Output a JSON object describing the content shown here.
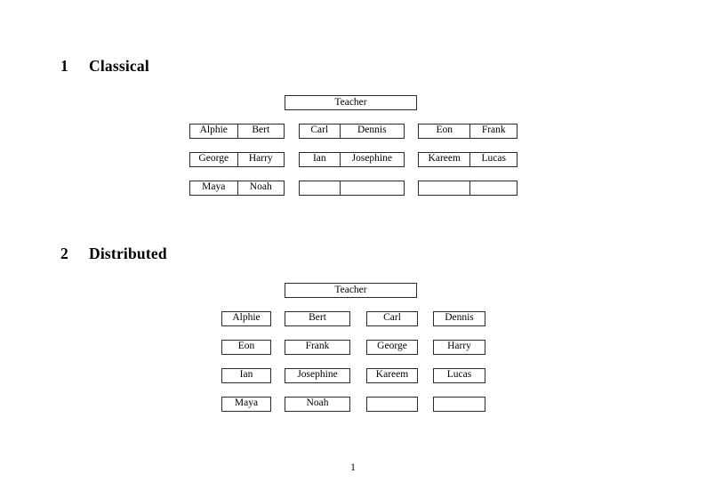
{
  "document": {
    "page_number": "1"
  },
  "sections": [
    {
      "number": "1",
      "title": "Classical",
      "teacher_label": "Teacher",
      "layout": "grouped-pairs",
      "groups": [
        {
          "name": "column-1",
          "rows": [
            [
              "Alphie",
              "Bert"
            ],
            [
              "George",
              "Harry"
            ],
            [
              "Maya",
              "Noah"
            ]
          ]
        },
        {
          "name": "column-2",
          "rows": [
            [
              "Carl",
              "Dennis"
            ],
            [
              "Ian",
              "Josephine"
            ],
            [
              "",
              ""
            ]
          ]
        },
        {
          "name": "column-3",
          "rows": [
            [
              "Eon",
              "Frank"
            ],
            [
              "Kareem",
              "Lucas"
            ],
            [
              "",
              ""
            ]
          ]
        }
      ]
    },
    {
      "number": "2",
      "title": "Distributed",
      "teacher_label": "Teacher",
      "layout": "separate-boxes",
      "rows": [
        [
          "Alphie",
          "Bert",
          "Carl",
          "Dennis"
        ],
        [
          "Eon",
          "Frank",
          "George",
          "Harry"
        ],
        [
          "Ian",
          "Josephine",
          "Kareem",
          "Lucas"
        ],
        [
          "Maya",
          "Noah",
          "",
          ""
        ]
      ]
    }
  ],
  "colors": {
    "page_background": "#ffffff",
    "text": "#000000",
    "box_border": "#2b2b2b"
  }
}
